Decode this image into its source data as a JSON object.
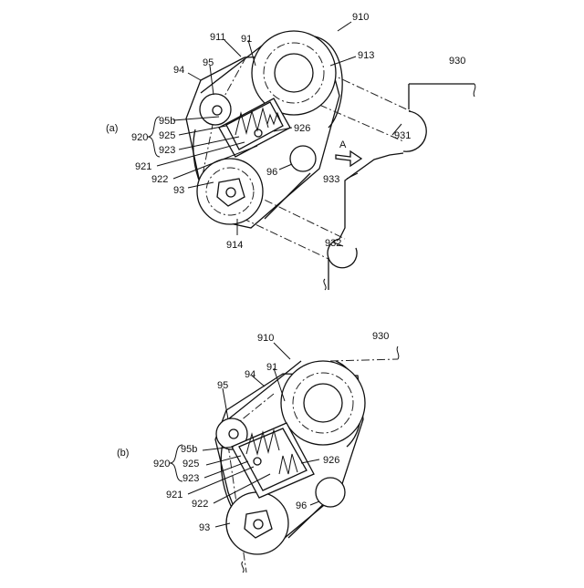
{
  "figure_a": {
    "panel_label": "(a)",
    "labels": {
      "l910": "910",
      "l911": "911",
      "l91": "91",
      "l913": "913",
      "l930": "930",
      "l94": "94",
      "l95": "95",
      "l95b": "95b",
      "l925": "925",
      "l923": "923",
      "l920": "920",
      "l921": "921",
      "l922": "922",
      "l93": "93",
      "l926": "926",
      "l96": "96",
      "l914": "914",
      "l931": "931",
      "l933": "933",
      "l932": "932",
      "arrowA": "A"
    }
  },
  "figure_b": {
    "panel_label": "(b)",
    "labels": {
      "l910": "910",
      "l930": "930",
      "l94": "94",
      "l91": "91",
      "l95": "95",
      "l95b": "95b",
      "l925": "925",
      "l923": "923",
      "l920": "920",
      "l921": "921",
      "l922": "922",
      "l926": "926",
      "l96": "96",
      "l93": "93"
    }
  }
}
